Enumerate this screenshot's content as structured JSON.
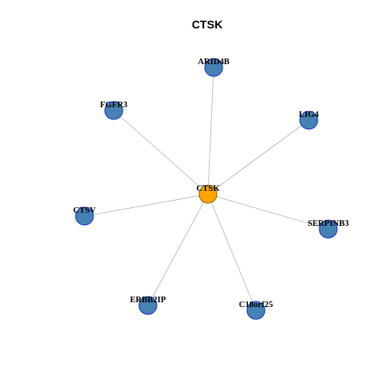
{
  "title": "CTSK",
  "colors": {
    "center_fill": "#ffa500",
    "center_stroke": "#8a6a00",
    "node_fill": "#4682b4",
    "node_stroke": "#1a2fcc",
    "edge": "#b3b3b3"
  },
  "graph": {
    "center": "CTSK",
    "nodes": [
      {
        "id": "CTSK",
        "label": "CTSK",
        "role": "center"
      },
      {
        "id": "ARID4B",
        "label": "ARID4B",
        "role": "neighbor"
      },
      {
        "id": "FGFR3",
        "label": "FGFR3",
        "role": "neighbor"
      },
      {
        "id": "LIG4",
        "label": "LIG4",
        "role": "neighbor"
      },
      {
        "id": "CTSV",
        "label": "CTSV",
        "role": "neighbor"
      },
      {
        "id": "SERPINB3",
        "label": "SERPINB3",
        "role": "neighbor"
      },
      {
        "id": "ERBB2IP",
        "label": "ERBB2IP",
        "role": "neighbor"
      },
      {
        "id": "C18orf25",
        "label": "C18orf25",
        "role": "neighbor"
      }
    ],
    "edges": [
      [
        "CTSK",
        "ARID4B"
      ],
      [
        "CTSK",
        "FGFR3"
      ],
      [
        "CTSK",
        "LIG4"
      ],
      [
        "CTSK",
        "CTSV"
      ],
      [
        "CTSK",
        "SERPINB3"
      ],
      [
        "CTSK",
        "ERBB2IP"
      ],
      [
        "CTSK",
        "C18orf25"
      ]
    ]
  }
}
